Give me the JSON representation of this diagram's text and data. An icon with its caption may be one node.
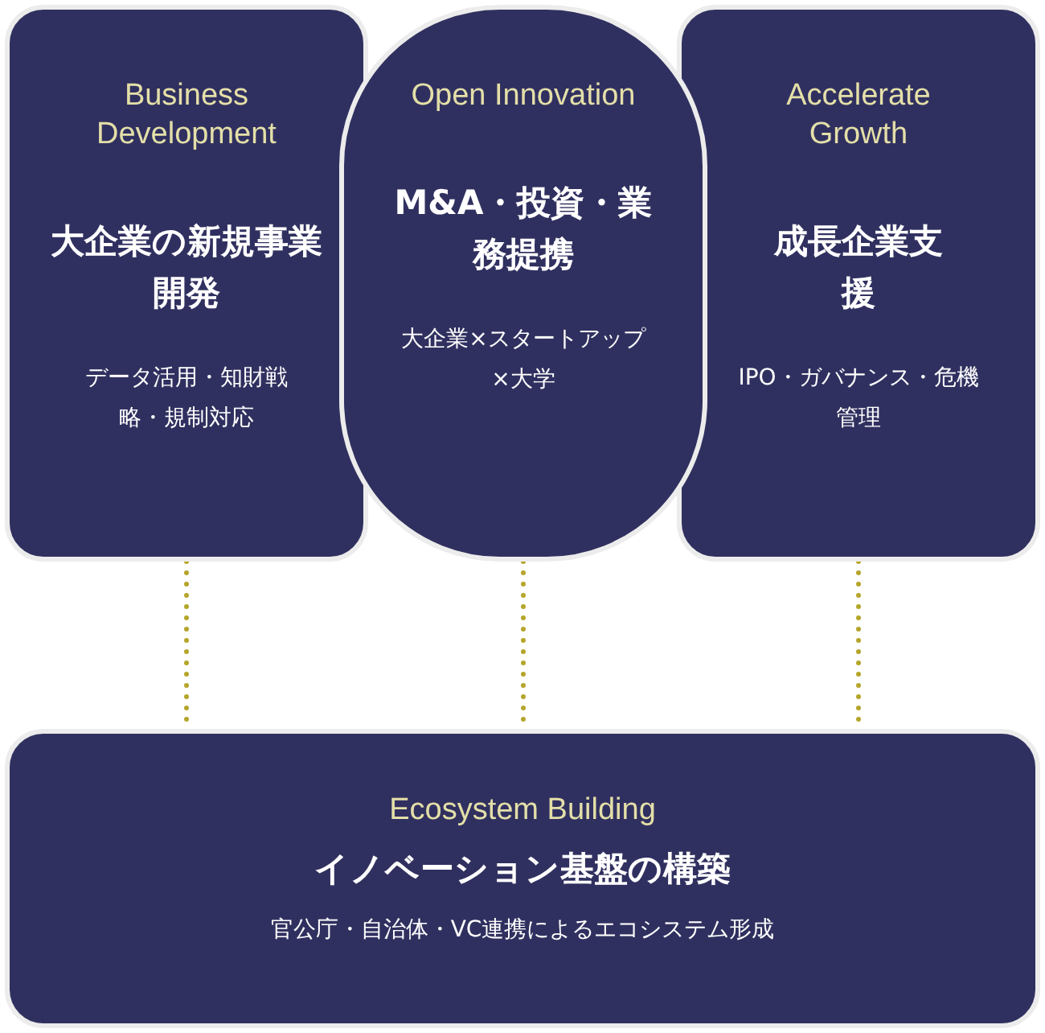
{
  "diagram": {
    "nodes": [
      {
        "text": [
          "Business Development",
          "大企業の新規事業開発",
          "データ活用・知財戦略・規制対応"
        ]
      },
      {
        "text": [
          "Open Innovation",
          "M&A・投資・業務提携",
          "大企業×スタートアップ×大学"
        ]
      },
      {
        "text": [
          "Accelerate Growth",
          "成長企業支援",
          "IPO・ガバナンス・危機管理"
        ]
      },
      {
        "text": [
          "Ecosystem Building",
          "イノベーション基盤の構築",
          "官公庁・自治体・VC連携によるエコシステム形成"
        ]
      }
    ],
    "edges": [
      {
        "from": 0,
        "to": 3,
        "arrow": "none",
        "style": "dashed"
      },
      {
        "from": 1,
        "to": 3,
        "arrow": "none",
        "style": "dashed"
      },
      {
        "from": 2,
        "to": 3,
        "arrow": "none",
        "style": "dashed"
      }
    ]
  }
}
